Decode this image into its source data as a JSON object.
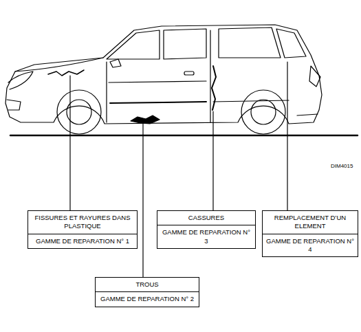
{
  "diagram": {
    "nodes": [
      {
        "text": [
          "FISSURES ET RAYURES DANS PLASTIQUE",
          "GAMME DE REPARATION N° 1"
        ]
      },
      {
        "text": [
          "CASSURES",
          "GAMME DE REPARATION N° 3"
        ]
      },
      {
        "text": [
          "REMPLACEMENT D’UN ELEMENT",
          "GAMME DE REPARATION N° 4"
        ]
      },
      {
        "text": [
          "TROUS",
          "GAMME DE REPARATION N° 2"
        ]
      }
    ],
    "labels": [
      "DIM4015"
    ]
  }
}
